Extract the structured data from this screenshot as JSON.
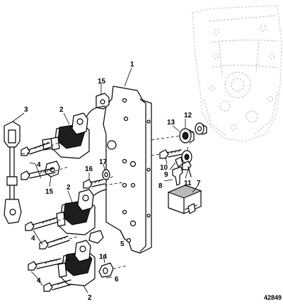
{
  "callouts": {
    "c1": "1",
    "c2a": "2",
    "c2b": "2",
    "c2c": "2",
    "c3": "3",
    "c4a": "4",
    "c4b": "4",
    "c4c": "4",
    "c5": "5",
    "c6": "6",
    "c7": "7",
    "c8": "8",
    "c9": "9",
    "c10": "10",
    "c11": "11",
    "c12": "12",
    "c13": "13",
    "c14": "14",
    "c15a": "15",
    "c15b": "15",
    "c16": "16",
    "c17": "17"
  },
  "figure_number": "42849"
}
